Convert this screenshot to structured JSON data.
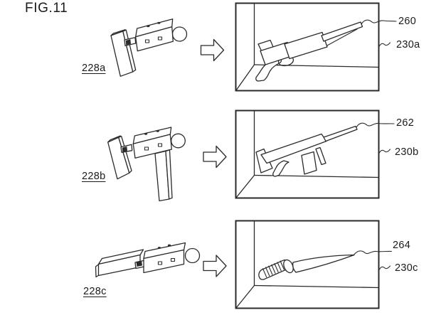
{
  "figure_title": "FIG.11",
  "colors": {
    "line": "#2b2b2b",
    "background": "#ffffff",
    "label_text": "#1a1a1a"
  },
  "rows": [
    {
      "controller_label": "228a",
      "controller_icon": "motion-controller-with-grip-attachment-icon",
      "arrow_icon": "block-arrow-right-icon",
      "screen_label": "230a",
      "weapon_label": "260",
      "weapon_icon": "shotgun-icon"
    },
    {
      "controller_label": "228b",
      "controller_icon": "motion-controller-with-grip-and-handle-icon",
      "arrow_icon": "block-arrow-right-icon",
      "screen_label": "230b",
      "weapon_label": "262",
      "weapon_icon": "assault-rifle-icon"
    },
    {
      "controller_label": "228c",
      "controller_icon": "motion-controller-with-stock-extension-icon",
      "arrow_icon": "block-arrow-right-icon",
      "screen_label": "230c",
      "weapon_label": "264",
      "weapon_icon": "sword-icon"
    }
  ]
}
